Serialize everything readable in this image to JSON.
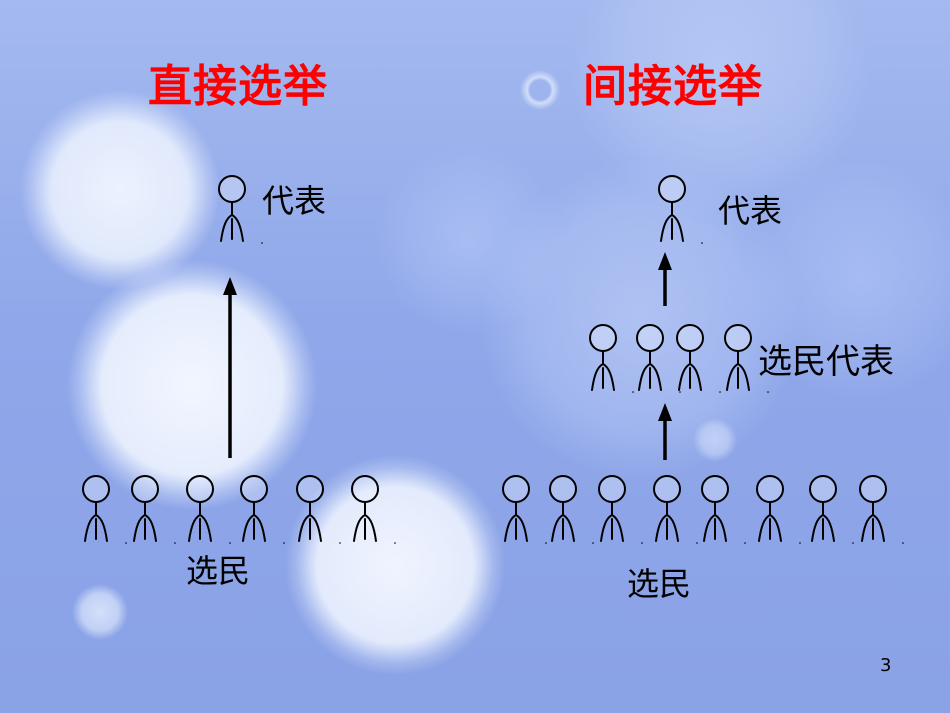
{
  "slide": {
    "page_number": "3",
    "direct": {
      "title": "直接选举",
      "top_label": "代表",
      "bottom_label": "选民"
    },
    "indirect": {
      "title": "间接选举",
      "top_label": "代表",
      "middle_label": "选民代表",
      "bottom_label": "选民"
    }
  },
  "colors": {
    "title": "#ff0000",
    "background": "#8ea6ea",
    "figure": "#000000"
  },
  "icons": {
    "person": "person-icon",
    "arrow": "arrow-up-icon"
  }
}
